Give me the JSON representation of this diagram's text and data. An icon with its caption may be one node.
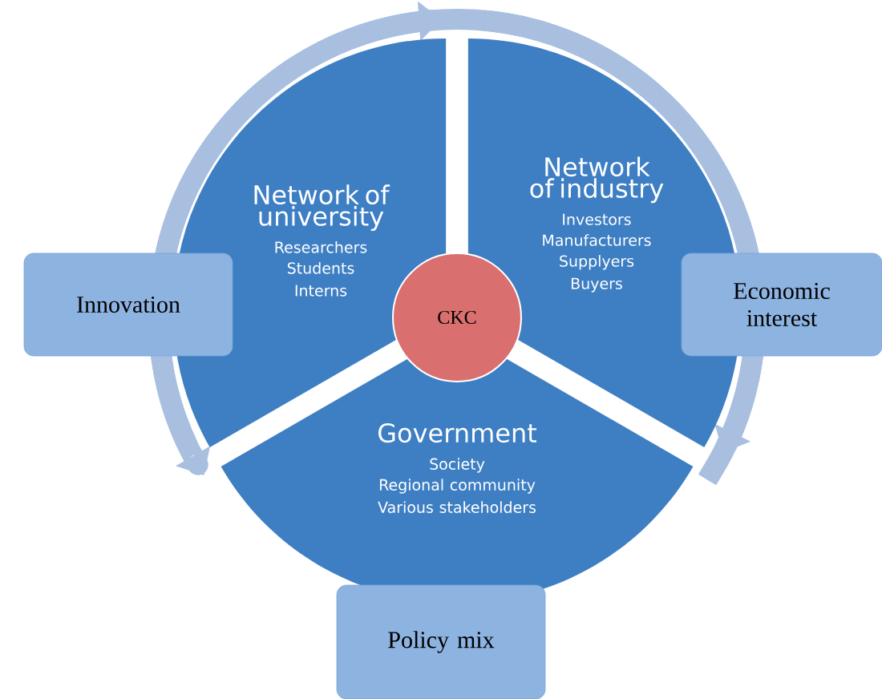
{
  "diagram": {
    "nodes": [
      {
        "text": [
          "Network of university",
          "Researchers",
          "Students",
          "Interns"
        ]
      },
      {
        "text": [
          "Network of industry",
          "Investors",
          "Manufacturers",
          "Supplyers",
          "Buyers"
        ]
      },
      {
        "text": [
          "Government",
          "Society",
          "Regional community",
          "Various stakeholders"
        ]
      },
      {
        "text": [
          "CKC"
        ]
      },
      {
        "text": [
          "Innovation"
        ]
      },
      {
        "text": [
          "Economic interest"
        ]
      },
      {
        "text": [
          "Policy mix"
        ]
      }
    ]
  }
}
